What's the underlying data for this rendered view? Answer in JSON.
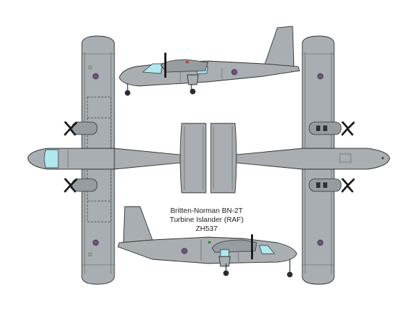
{
  "caption": {
    "line1": "Britten-Norman BN-2T",
    "line2": "Turbine Islander (RAF)",
    "line3": "ZH537"
  },
  "colors": {
    "aircraft_grey": "#a8aeb1",
    "panel_line": "#555a5d",
    "outline": "#2a2d2f",
    "glazing": "#aee9ef",
    "roundel_outer": "#5a4a6a",
    "roundel_inner": "#8a5577",
    "background": "#ffffff"
  }
}
